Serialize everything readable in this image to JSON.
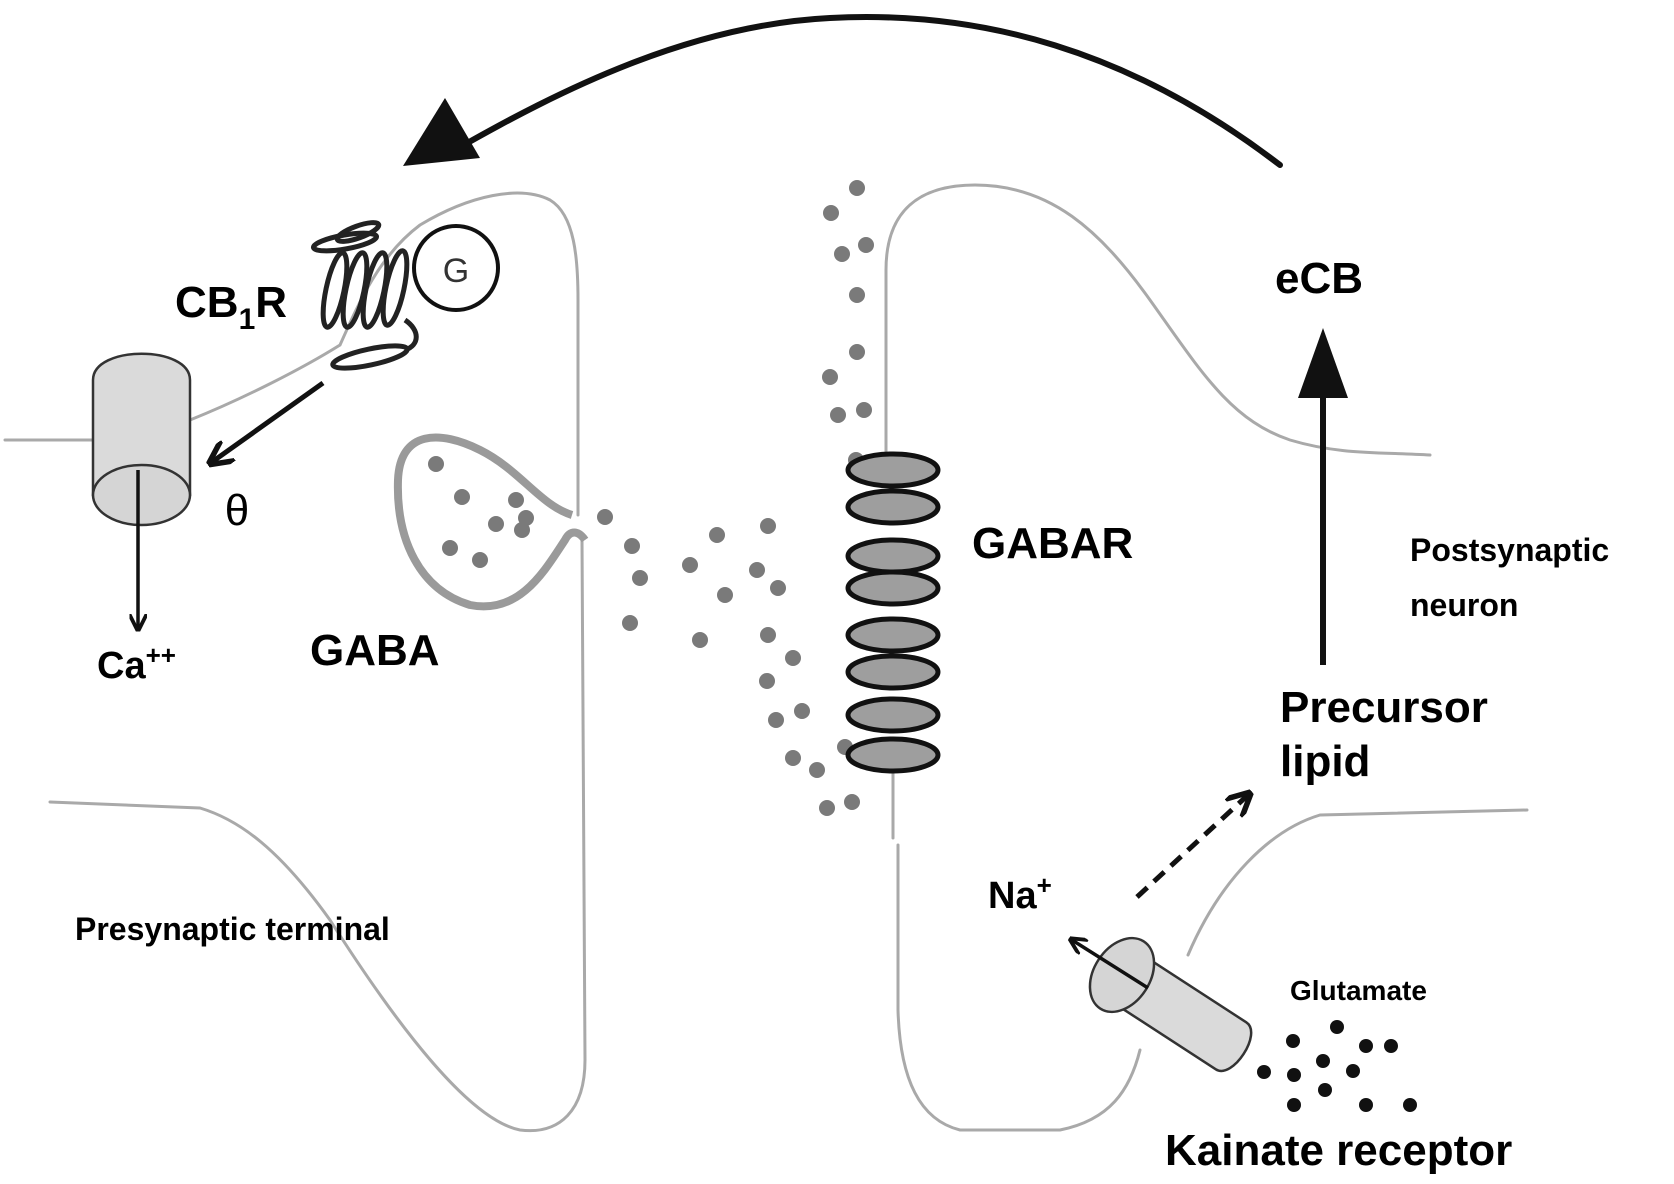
{
  "figure": {
    "title": "Endocannabinoid retrograde signaling at a GABAergic synapse",
    "colors": {
      "membrane": "#a9a9a9",
      "vesicle": "#9a9a9a",
      "gaba_dot": "#7a7a7a",
      "glutamate_dot": "#111111",
      "receptor_fill": "#9e9e9e",
      "channel_fill": "#d9d9d9",
      "arrow": "#111111",
      "text": "#000000"
    }
  },
  "labels": {
    "cb1r": {
      "main": "CB",
      "sub": "1",
      "tail": "R"
    },
    "g_protein": "G",
    "inhibition_symbol": "θ",
    "calcium": {
      "main": "Ca",
      "sup": "++"
    },
    "gaba": "GABA",
    "presynaptic": "Presynaptic terminal",
    "gabar": "GABAR",
    "ecb": "eCB",
    "postsynaptic_line1": "Postsynaptic",
    "postsynaptic_line2": "neuron",
    "precursor_line1": "Precursor",
    "precursor_line2": "lipid",
    "sodium": {
      "main": "Na",
      "sup": "+"
    },
    "glutamate": "Glutamate",
    "kainate": "Kainate receptor"
  },
  "components": {
    "gabar_subunit_count": 8,
    "gaba_in_vesicle_count": 8,
    "gaba_in_cleft_count": 31,
    "glutamate_count": 12
  }
}
